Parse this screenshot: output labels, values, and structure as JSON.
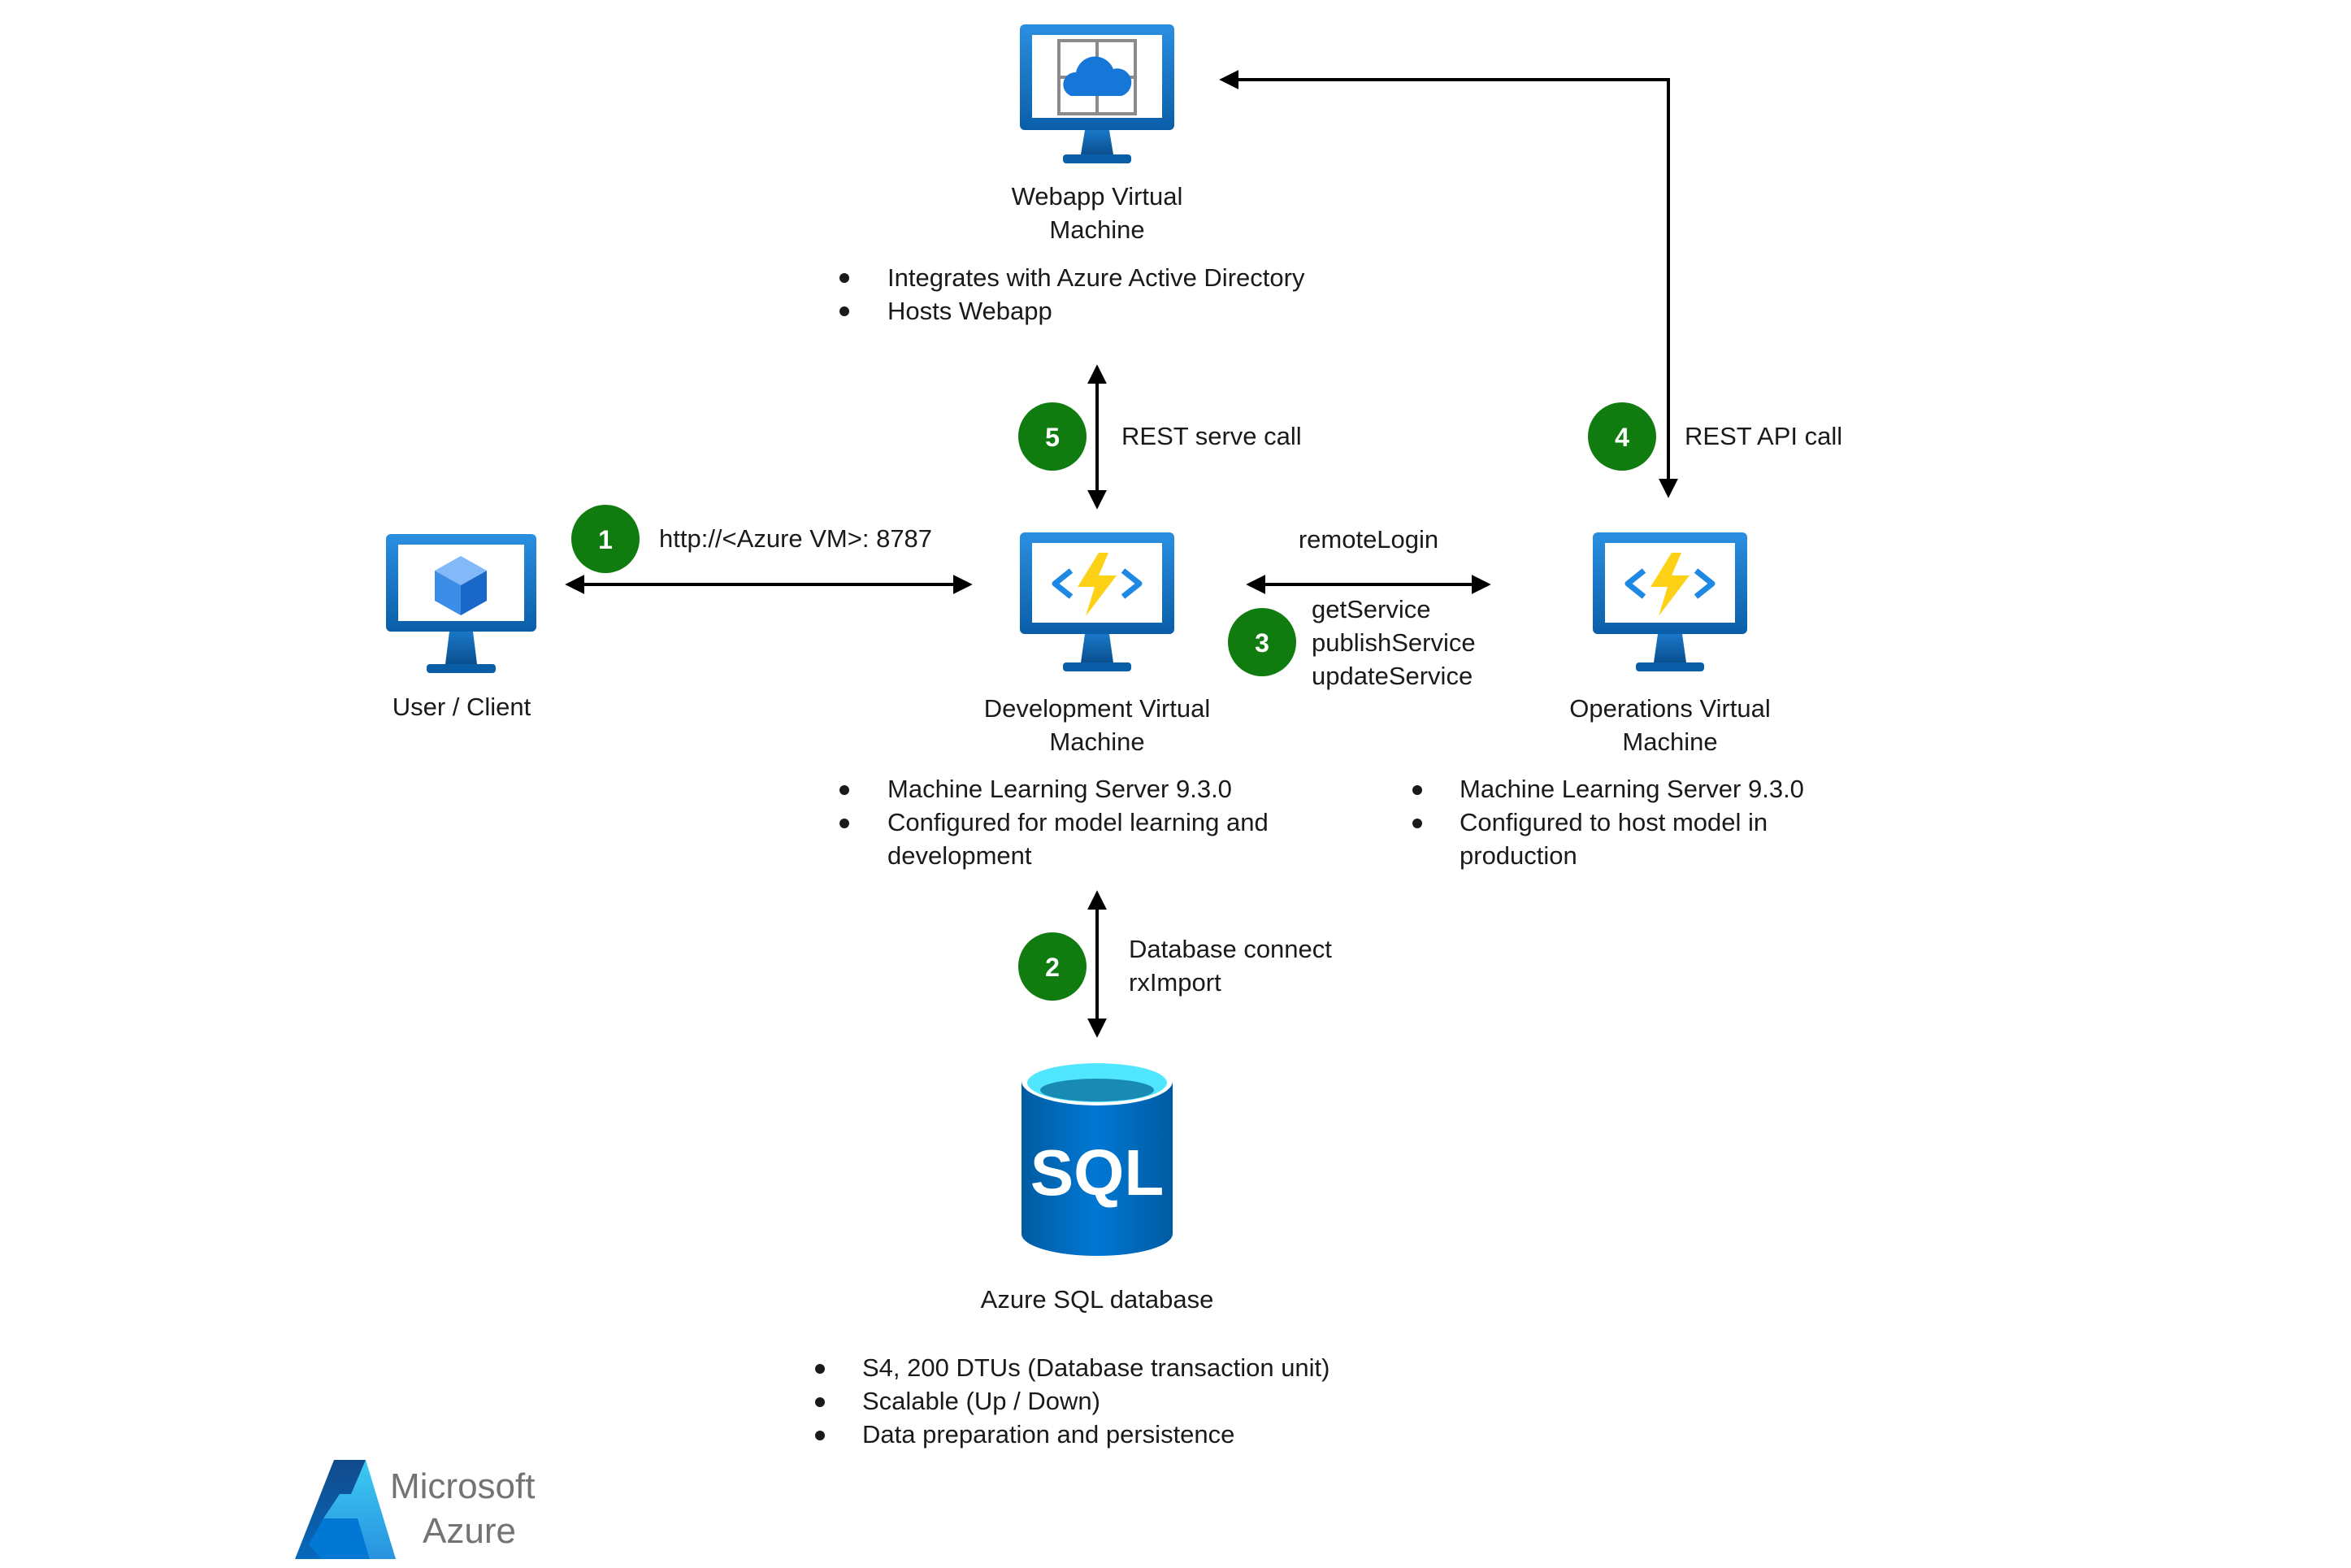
{
  "nodes": {
    "webapp_vm": {
      "title_line1": "Webapp Virtual",
      "title_line2": "Machine",
      "bullets": [
        "Integrates with Azure Active Directory",
        "Hosts Webapp"
      ]
    },
    "user_client": {
      "title": "User / Client"
    },
    "dev_vm": {
      "title_line1": "Development Virtual",
      "title_line2": "Machine",
      "bullets": [
        "Machine Learning Server 9.3.0",
        "Configured for model learning and",
        "development"
      ]
    },
    "ops_vm": {
      "title_line1": "Operations Virtual",
      "title_line2": "Machine",
      "bullets": [
        "Machine Learning Server 9.3.0",
        "Configured to host model in",
        "production"
      ]
    },
    "sql_db": {
      "icon_text": "SQL",
      "title": "Azure SQL database",
      "bullets": [
        "S4, 200 DTUs (Database transaction unit)",
        "Scalable (Up / Down)",
        "Data preparation and persistence"
      ]
    }
  },
  "steps": [
    {
      "number": "1",
      "label": "http://<Azure VM>: 8787"
    },
    {
      "number": "2",
      "label_line1": "Database connect",
      "label_line2": "rxImport"
    },
    {
      "number": "3",
      "label_top": "remoteLogin",
      "label_lines": [
        "getService",
        "publishService",
        "updateService"
      ]
    },
    {
      "number": "4",
      "label": "REST API call"
    },
    {
      "number": "5",
      "label": "REST serve call"
    }
  ],
  "brand": {
    "line1": "Microsoft",
    "line2": "Azure"
  },
  "colors": {
    "step_badge": "#107c10",
    "monitor_blue": "#0078d4",
    "monitor_screen": "#ffffff",
    "function_bolt": "#fcd116",
    "sql_blue": "#0078d4",
    "sql_top": "#50e6ff",
    "connector": "#000000"
  },
  "icons": {
    "webapp_vm": "vm-cloud-icon",
    "user_client": "vm-cube-icon",
    "dev_vm": "function-app-icon",
    "ops_vm": "function-app-icon",
    "sql_db": "sql-database-icon",
    "brand": "azure-logo-icon"
  }
}
